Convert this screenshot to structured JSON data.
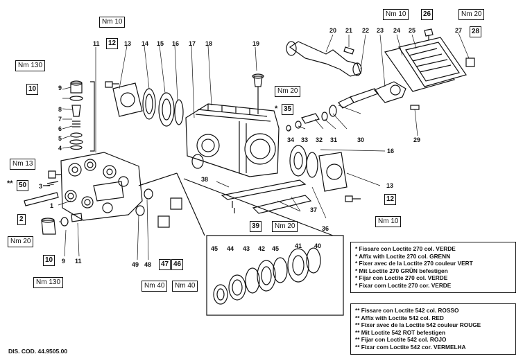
{
  "part_numbers": [
    "11",
    "13",
    "14",
    "15",
    "16",
    "17",
    "18",
    "19",
    "20",
    "21",
    "22",
    "23",
    "24",
    "25",
    "26",
    "27",
    "28",
    "10",
    "9",
    "8",
    "7",
    "6",
    "5",
    "4",
    "50",
    "3",
    "1",
    "2",
    "35",
    "34",
    "33",
    "32",
    "31",
    "30",
    "29",
    "38",
    "37",
    "36",
    "12",
    "39",
    "45",
    "44",
    "43",
    "42",
    "41",
    "40",
    "49",
    "48",
    "47",
    "46"
  ],
  "torque": {
    "nm10": "Nm 10",
    "nm13": "Nm 13",
    "nm20": "Nm 20",
    "nm40": "Nm 40",
    "nm130": "Nm 130"
  },
  "ref": {
    "r10": "10",
    "r12": "12",
    "r26": "26",
    "r28": "28",
    "r35": "35",
    "r50": "50",
    "r2": "2",
    "r39": "39",
    "r47": "47",
    "r46": "46"
  },
  "marks": {
    "single": "*",
    "double": "**"
  },
  "legend_270": [
    "* Fissare con Loctite 270 col. VERDE",
    "* Affix with Loctite 270 col. GRENN",
    "* Fixer avec de la Loctite 270 couleur VERT",
    "* Mit Loctite 270 GRÜN befestigen",
    "* Fijar con Loctite 270 col. VERDE",
    "* Fixar com Loctite 270 cor. VERDE"
  ],
  "legend_542": [
    "** Fissare con Loctite 542 col. ROSSO",
    "** Affix with Loctite 542 col. RED",
    "** Fixer avec de la Loctite 542 couleur ROUGE",
    "** Mit Loctite 542 ROT befestigen",
    "** Fijar con Loctite 542 col. ROJO",
    "** Fixar com Loctite 542 cor. VERMELHA"
  ],
  "drawing_code": "DIS. COD. 44.9505.00"
}
